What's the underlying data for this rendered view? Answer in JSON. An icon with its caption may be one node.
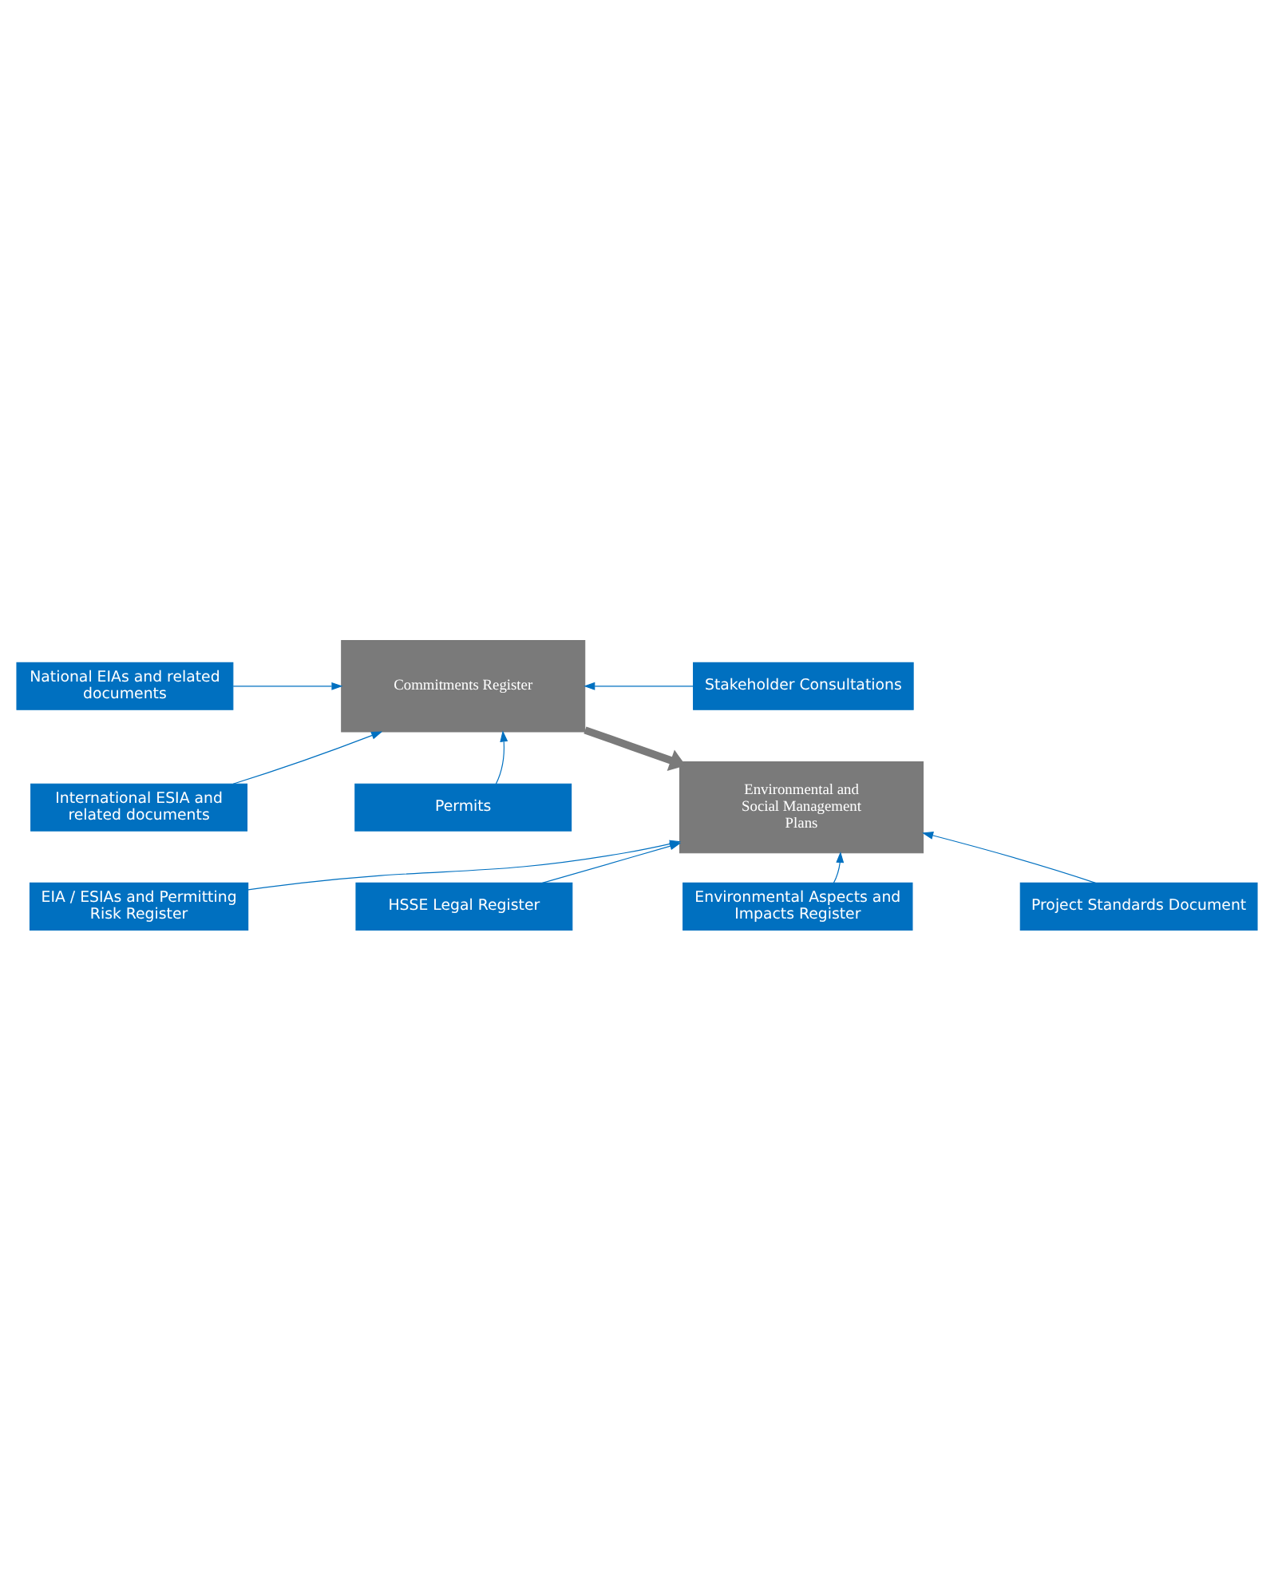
{
  "diagram": {
    "nodes": [
      {
        "text": [
          "National EIAs and related documents"
        ]
      },
      {
        "text": [
          "Stakeholder Consultations"
        ]
      },
      {
        "text": [
          "Commitments Register"
        ]
      },
      {
        "text": [
          "International ESIA and related documents"
        ]
      },
      {
        "text": [
          "Permits"
        ]
      },
      {
        "text": [
          "EIA / ESIAs and Permitting Risk Register"
        ]
      },
      {
        "text": [
          "HSSE Legal Register"
        ]
      },
      {
        "text": [
          "Environmental and Social Management Plans"
        ]
      },
      {
        "text": [
          "Environmental Aspects and Impacts Register"
        ]
      },
      {
        "text": [
          "Project Standards Document"
        ]
      }
    ],
    "edges": [
      {
        "from": 0,
        "to": 2,
        "arrow": "to"
      },
      {
        "from": 1,
        "to": 2,
        "arrow": "to"
      },
      {
        "from": 3,
        "to": 2,
        "arrow": "to"
      },
      {
        "from": 4,
        "to": 2,
        "arrow": "to"
      },
      {
        "from": 2,
        "to": 7,
        "arrow": "to",
        "style": "thick",
        "color": "#7a7a7a"
      },
      {
        "from": 5,
        "to": 7,
        "arrow": "to"
      },
      {
        "from": 6,
        "to": 7,
        "arrow": "to"
      },
      {
        "from": 8,
        "to": 7,
        "arrow": "to"
      },
      {
        "from": 9,
        "to": 7,
        "arrow": "to"
      }
    ]
  }
}
